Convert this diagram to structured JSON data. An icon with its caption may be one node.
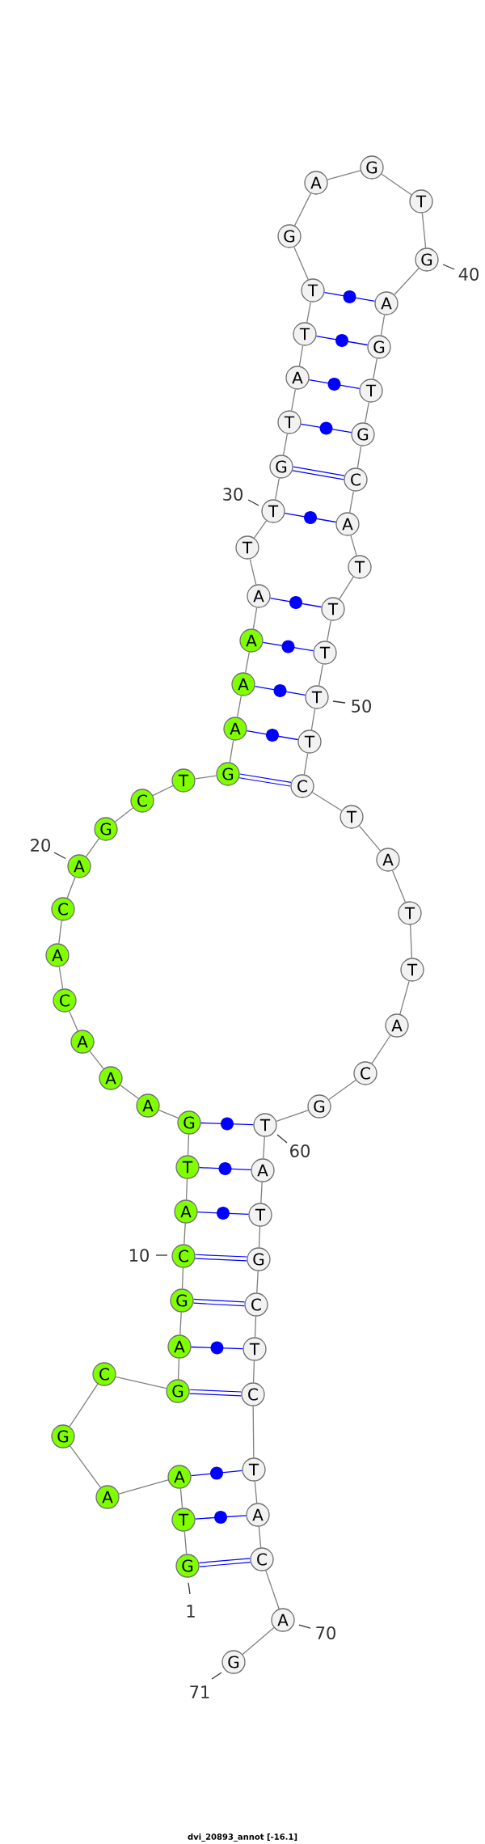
{
  "diagram": {
    "caption": "dvi_20893_annot [-16.1]",
    "nodes": [
      {
        "text": [
          "G"
        ],
        "beside": [
          "1"
        ]
      },
      {
        "text": [
          "T"
        ]
      },
      {
        "text": [
          "A"
        ]
      },
      {
        "text": [
          "A"
        ]
      },
      {
        "text": [
          "G"
        ]
      },
      {
        "text": [
          "C"
        ]
      },
      {
        "text": [
          "G"
        ]
      },
      {
        "text": [
          "A"
        ]
      },
      {
        "text": [
          "G"
        ]
      },
      {
        "text": [
          "C"
        ],
        "beside": [
          "10"
        ]
      },
      {
        "text": [
          "A"
        ]
      },
      {
        "text": [
          "T"
        ]
      },
      {
        "text": [
          "G"
        ]
      },
      {
        "text": [
          "A"
        ]
      },
      {
        "text": [
          "A"
        ]
      },
      {
        "text": [
          "A"
        ]
      },
      {
        "text": [
          "C"
        ]
      },
      {
        "text": [
          "A"
        ]
      },
      {
        "text": [
          "C"
        ]
      },
      {
        "text": [
          "A"
        ],
        "beside": [
          "20"
        ]
      },
      {
        "text": [
          "G"
        ]
      },
      {
        "text": [
          "C"
        ]
      },
      {
        "text": [
          "T"
        ]
      },
      {
        "text": [
          "G"
        ]
      },
      {
        "text": [
          "A"
        ]
      },
      {
        "text": [
          "A"
        ]
      },
      {
        "text": [
          "A"
        ]
      },
      {
        "text": [
          "A"
        ]
      },
      {
        "text": [
          "T"
        ]
      },
      {
        "text": [
          "T"
        ],
        "beside": [
          "30"
        ]
      },
      {
        "text": [
          "G"
        ]
      },
      {
        "text": [
          "T"
        ]
      },
      {
        "text": [
          "A"
        ]
      },
      {
        "text": [
          "T"
        ]
      },
      {
        "text": [
          "T"
        ]
      },
      {
        "text": [
          "G"
        ]
      },
      {
        "text": [
          "A"
        ]
      },
      {
        "text": [
          "G"
        ]
      },
      {
        "text": [
          "T"
        ]
      },
      {
        "text": [
          "G"
        ],
        "beside": [
          "40"
        ]
      },
      {
        "text": [
          "A"
        ]
      },
      {
        "text": [
          "G"
        ]
      },
      {
        "text": [
          "T"
        ]
      },
      {
        "text": [
          "G"
        ]
      },
      {
        "text": [
          "C"
        ]
      },
      {
        "text": [
          "A"
        ]
      },
      {
        "text": [
          "T"
        ]
      },
      {
        "text": [
          "T"
        ]
      },
      {
        "text": [
          "T"
        ]
      },
      {
        "text": [
          "T"
        ],
        "beside": [
          "50"
        ]
      },
      {
        "text": [
          "T"
        ]
      },
      {
        "text": [
          "C"
        ]
      },
      {
        "text": [
          "T"
        ]
      },
      {
        "text": [
          "A"
        ]
      },
      {
        "text": [
          "T"
        ]
      },
      {
        "text": [
          "T"
        ]
      },
      {
        "text": [
          "A"
        ]
      },
      {
        "text": [
          "C"
        ]
      },
      {
        "text": [
          "G"
        ]
      },
      {
        "text": [
          "T"
        ],
        "beside": [
          "60"
        ]
      },
      {
        "text": [
          "A"
        ]
      },
      {
        "text": [
          "T"
        ]
      },
      {
        "text": [
          "G"
        ]
      },
      {
        "text": [
          "C"
        ]
      },
      {
        "text": [
          "T"
        ]
      },
      {
        "text": [
          "C"
        ]
      },
      {
        "text": [
          "T"
        ]
      },
      {
        "text": [
          "A"
        ]
      },
      {
        "text": [
          "C"
        ]
      },
      {
        "text": [
          "A"
        ],
        "beside": [
          "70"
        ]
      },
      {
        "text": [
          "G"
        ],
        "beside": [
          "71"
        ]
      }
    ],
    "edges": [
      {
        "from": 0,
        "to": 1,
        "arrow": "none"
      },
      {
        "from": 1,
        "to": 2,
        "arrow": "none"
      },
      {
        "from": 2,
        "to": 3,
        "arrow": "none"
      },
      {
        "from": 3,
        "to": 4,
        "arrow": "none"
      },
      {
        "from": 4,
        "to": 5,
        "arrow": "none"
      },
      {
        "from": 5,
        "to": 6,
        "arrow": "none"
      },
      {
        "from": 6,
        "to": 7,
        "arrow": "none"
      },
      {
        "from": 7,
        "to": 8,
        "arrow": "none"
      },
      {
        "from": 8,
        "to": 9,
        "arrow": "none"
      },
      {
        "from": 9,
        "to": 10,
        "arrow": "none"
      },
      {
        "from": 10,
        "to": 11,
        "arrow": "none"
      },
      {
        "from": 11,
        "to": 12,
        "arrow": "none"
      },
      {
        "from": 12,
        "to": 13,
        "arrow": "none"
      },
      {
        "from": 13,
        "to": 14,
        "arrow": "none"
      },
      {
        "from": 14,
        "to": 15,
        "arrow": "none"
      },
      {
        "from": 15,
        "to": 16,
        "arrow": "none"
      },
      {
        "from": 16,
        "to": 17,
        "arrow": "none"
      },
      {
        "from": 17,
        "to": 18,
        "arrow": "none"
      },
      {
        "from": 18,
        "to": 19,
        "arrow": "none"
      },
      {
        "from": 19,
        "to": 20,
        "arrow": "none"
      },
      {
        "from": 20,
        "to": 21,
        "arrow": "none"
      },
      {
        "from": 21,
        "to": 22,
        "arrow": "none"
      },
      {
        "from": 22,
        "to": 23,
        "arrow": "none"
      },
      {
        "from": 23,
        "to": 24,
        "arrow": "none"
      },
      {
        "from": 24,
        "to": 25,
        "arrow": "none"
      },
      {
        "from": 25,
        "to": 26,
        "arrow": "none"
      },
      {
        "from": 26,
        "to": 27,
        "arrow": "none"
      },
      {
        "from": 27,
        "to": 28,
        "arrow": "none"
      },
      {
        "from": 28,
        "to": 29,
        "arrow": "none"
      },
      {
        "from": 29,
        "to": 30,
        "arrow": "none"
      },
      {
        "from": 30,
        "to": 31,
        "arrow": "none"
      },
      {
        "from": 31,
        "to": 32,
        "arrow": "none"
      },
      {
        "from": 32,
        "to": 33,
        "arrow": "none"
      },
      {
        "from": 33,
        "to": 34,
        "arrow": "none"
      },
      {
        "from": 34,
        "to": 35,
        "arrow": "none"
      },
      {
        "from": 35,
        "to": 36,
        "arrow": "none"
      },
      {
        "from": 36,
        "to": 37,
        "arrow": "none"
      },
      {
        "from": 37,
        "to": 38,
        "arrow": "none"
      },
      {
        "from": 38,
        "to": 39,
        "arrow": "none"
      },
      {
        "from": 39,
        "to": 40,
        "arrow": "none"
      },
      {
        "from": 40,
        "to": 41,
        "arrow": "none"
      },
      {
        "from": 41,
        "to": 42,
        "arrow": "none"
      },
      {
        "from": 42,
        "to": 43,
        "arrow": "none"
      },
      {
        "from": 43,
        "to": 44,
        "arrow": "none"
      },
      {
        "from": 44,
        "to": 45,
        "arrow": "none"
      },
      {
        "from": 45,
        "to": 46,
        "arrow": "none"
      },
      {
        "from": 46,
        "to": 47,
        "arrow": "none"
      },
      {
        "from": 47,
        "to": 48,
        "arrow": "none"
      },
      {
        "from": 48,
        "to": 49,
        "arrow": "none"
      },
      {
        "from": 49,
        "to": 50,
        "arrow": "none"
      },
      {
        "from": 50,
        "to": 51,
        "arrow": "none"
      },
      {
        "from": 51,
        "to": 52,
        "arrow": "none"
      },
      {
        "from": 52,
        "to": 53,
        "arrow": "none"
      },
      {
        "from": 53,
        "to": 54,
        "arrow": "none"
      },
      {
        "from": 54,
        "to": 55,
        "arrow": "none"
      },
      {
        "from": 55,
        "to": 56,
        "arrow": "none"
      },
      {
        "from": 56,
        "to": 57,
        "arrow": "none"
      },
      {
        "from": 57,
        "to": 58,
        "arrow": "none"
      },
      {
        "from": 58,
        "to": 59,
        "arrow": "none"
      },
      {
        "from": 59,
        "to": 60,
        "arrow": "none"
      },
      {
        "from": 60,
        "to": 61,
        "arrow": "none"
      },
      {
        "from": 61,
        "to": 62,
        "arrow": "none"
      },
      {
        "from": 62,
        "to": 63,
        "arrow": "none"
      },
      {
        "from": 63,
        "to": 64,
        "arrow": "none"
      },
      {
        "from": 64,
        "to": 65,
        "arrow": "none"
      },
      {
        "from": 65,
        "to": 66,
        "arrow": "none"
      },
      {
        "from": 66,
        "to": 67,
        "arrow": "none"
      },
      {
        "from": 67,
        "to": 68,
        "arrow": "none"
      },
      {
        "from": 68,
        "to": 69,
        "arrow": "none"
      },
      {
        "from": 69,
        "to": 70,
        "arrow": "none"
      },
      {
        "from": 0,
        "to": 68,
        "arrow": "none",
        "style": "thick",
        "color": "#0000ff"
      },
      {
        "from": 1,
        "to": 67,
        "arrow": "none",
        "color": "#0000ff"
      },
      {
        "from": 2,
        "to": 66,
        "arrow": "none",
        "color": "#0000ff"
      },
      {
        "from": 6,
        "to": 65,
        "arrow": "none",
        "style": "thick",
        "color": "#0000ff"
      },
      {
        "from": 7,
        "to": 64,
        "arrow": "none",
        "color": "#0000ff"
      },
      {
        "from": 8,
        "to": 63,
        "arrow": "none",
        "style": "thick",
        "color": "#0000ff"
      },
      {
        "from": 9,
        "to": 62,
        "arrow": "none",
        "style": "thick",
        "color": "#0000ff"
      },
      {
        "from": 10,
        "to": 61,
        "arrow": "none",
        "color": "#0000ff"
      },
      {
        "from": 11,
        "to": 60,
        "arrow": "none",
        "color": "#0000ff"
      },
      {
        "from": 12,
        "to": 59,
        "arrow": "none",
        "color": "#0000ff"
      },
      {
        "from": 23,
        "to": 51,
        "arrow": "none",
        "style": "thick",
        "color": "#0000ff"
      },
      {
        "from": 24,
        "to": 50,
        "arrow": "none",
        "color": "#0000ff"
      },
      {
        "from": 25,
        "to": 49,
        "arrow": "none",
        "color": "#0000ff"
      },
      {
        "from": 26,
        "to": 48,
        "arrow": "none",
        "color": "#0000ff"
      },
      {
        "from": 27,
        "to": 47,
        "arrow": "none",
        "color": "#0000ff"
      },
      {
        "from": 29,
        "to": 45,
        "arrow": "none",
        "color": "#0000ff"
      },
      {
        "from": 30,
        "to": 44,
        "arrow": "none",
        "style": "thick",
        "color": "#0000ff"
      },
      {
        "from": 31,
        "to": 43,
        "arrow": "none",
        "color": "#0000ff"
      },
      {
        "from": 32,
        "to": 42,
        "arrow": "none",
        "color": "#0000ff"
      },
      {
        "from": 33,
        "to": 41,
        "arrow": "none",
        "color": "#0000ff"
      },
      {
        "from": 34,
        "to": 40,
        "arrow": "none",
        "color": "#0000ff"
      }
    ]
  }
}
